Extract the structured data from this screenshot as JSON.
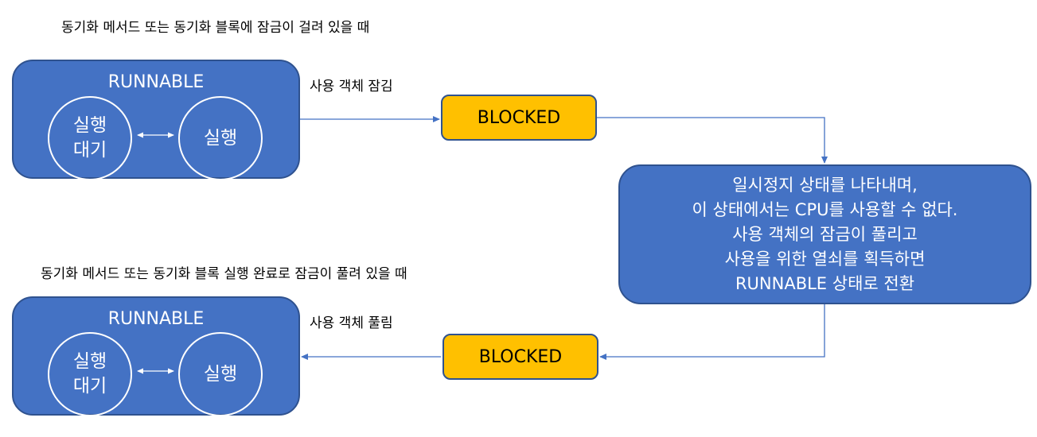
{
  "captions": {
    "top": "동기화 메서드 또는 동기화 블록에 잠금이 걸려 있을 때",
    "bottom": "동기화 메서드 또는 동기화 블록 실행 완료로 잠금이 풀려 있을 때"
  },
  "top_runnable": {
    "title": "RUNNABLE",
    "wait_state": "실행\n대기",
    "run_state": "실행"
  },
  "bottom_runnable": {
    "title": "RUNNABLE",
    "wait_state": "실행\n대기",
    "run_state": "실행"
  },
  "edges": {
    "lock_label": "사용 객체 잠김",
    "unlock_label": "사용 객체 풀림"
  },
  "blocked_top": "BLOCKED",
  "blocked_bottom": "BLOCKED",
  "note_lines": [
    "일시정지 상태를 나타내며,",
    "이 상태에서는 CPU를 사용할 수 없다.",
    "사용 객체의 잠금이 풀리고",
    "사용을 위한 열쇠를 획득하면",
    "RUNNABLE 상태로 전환"
  ],
  "colors": {
    "box_fill": "#4472c4",
    "box_border": "#2f528f",
    "blocked_fill": "#ffc000",
    "connector": "#4472c4"
  }
}
